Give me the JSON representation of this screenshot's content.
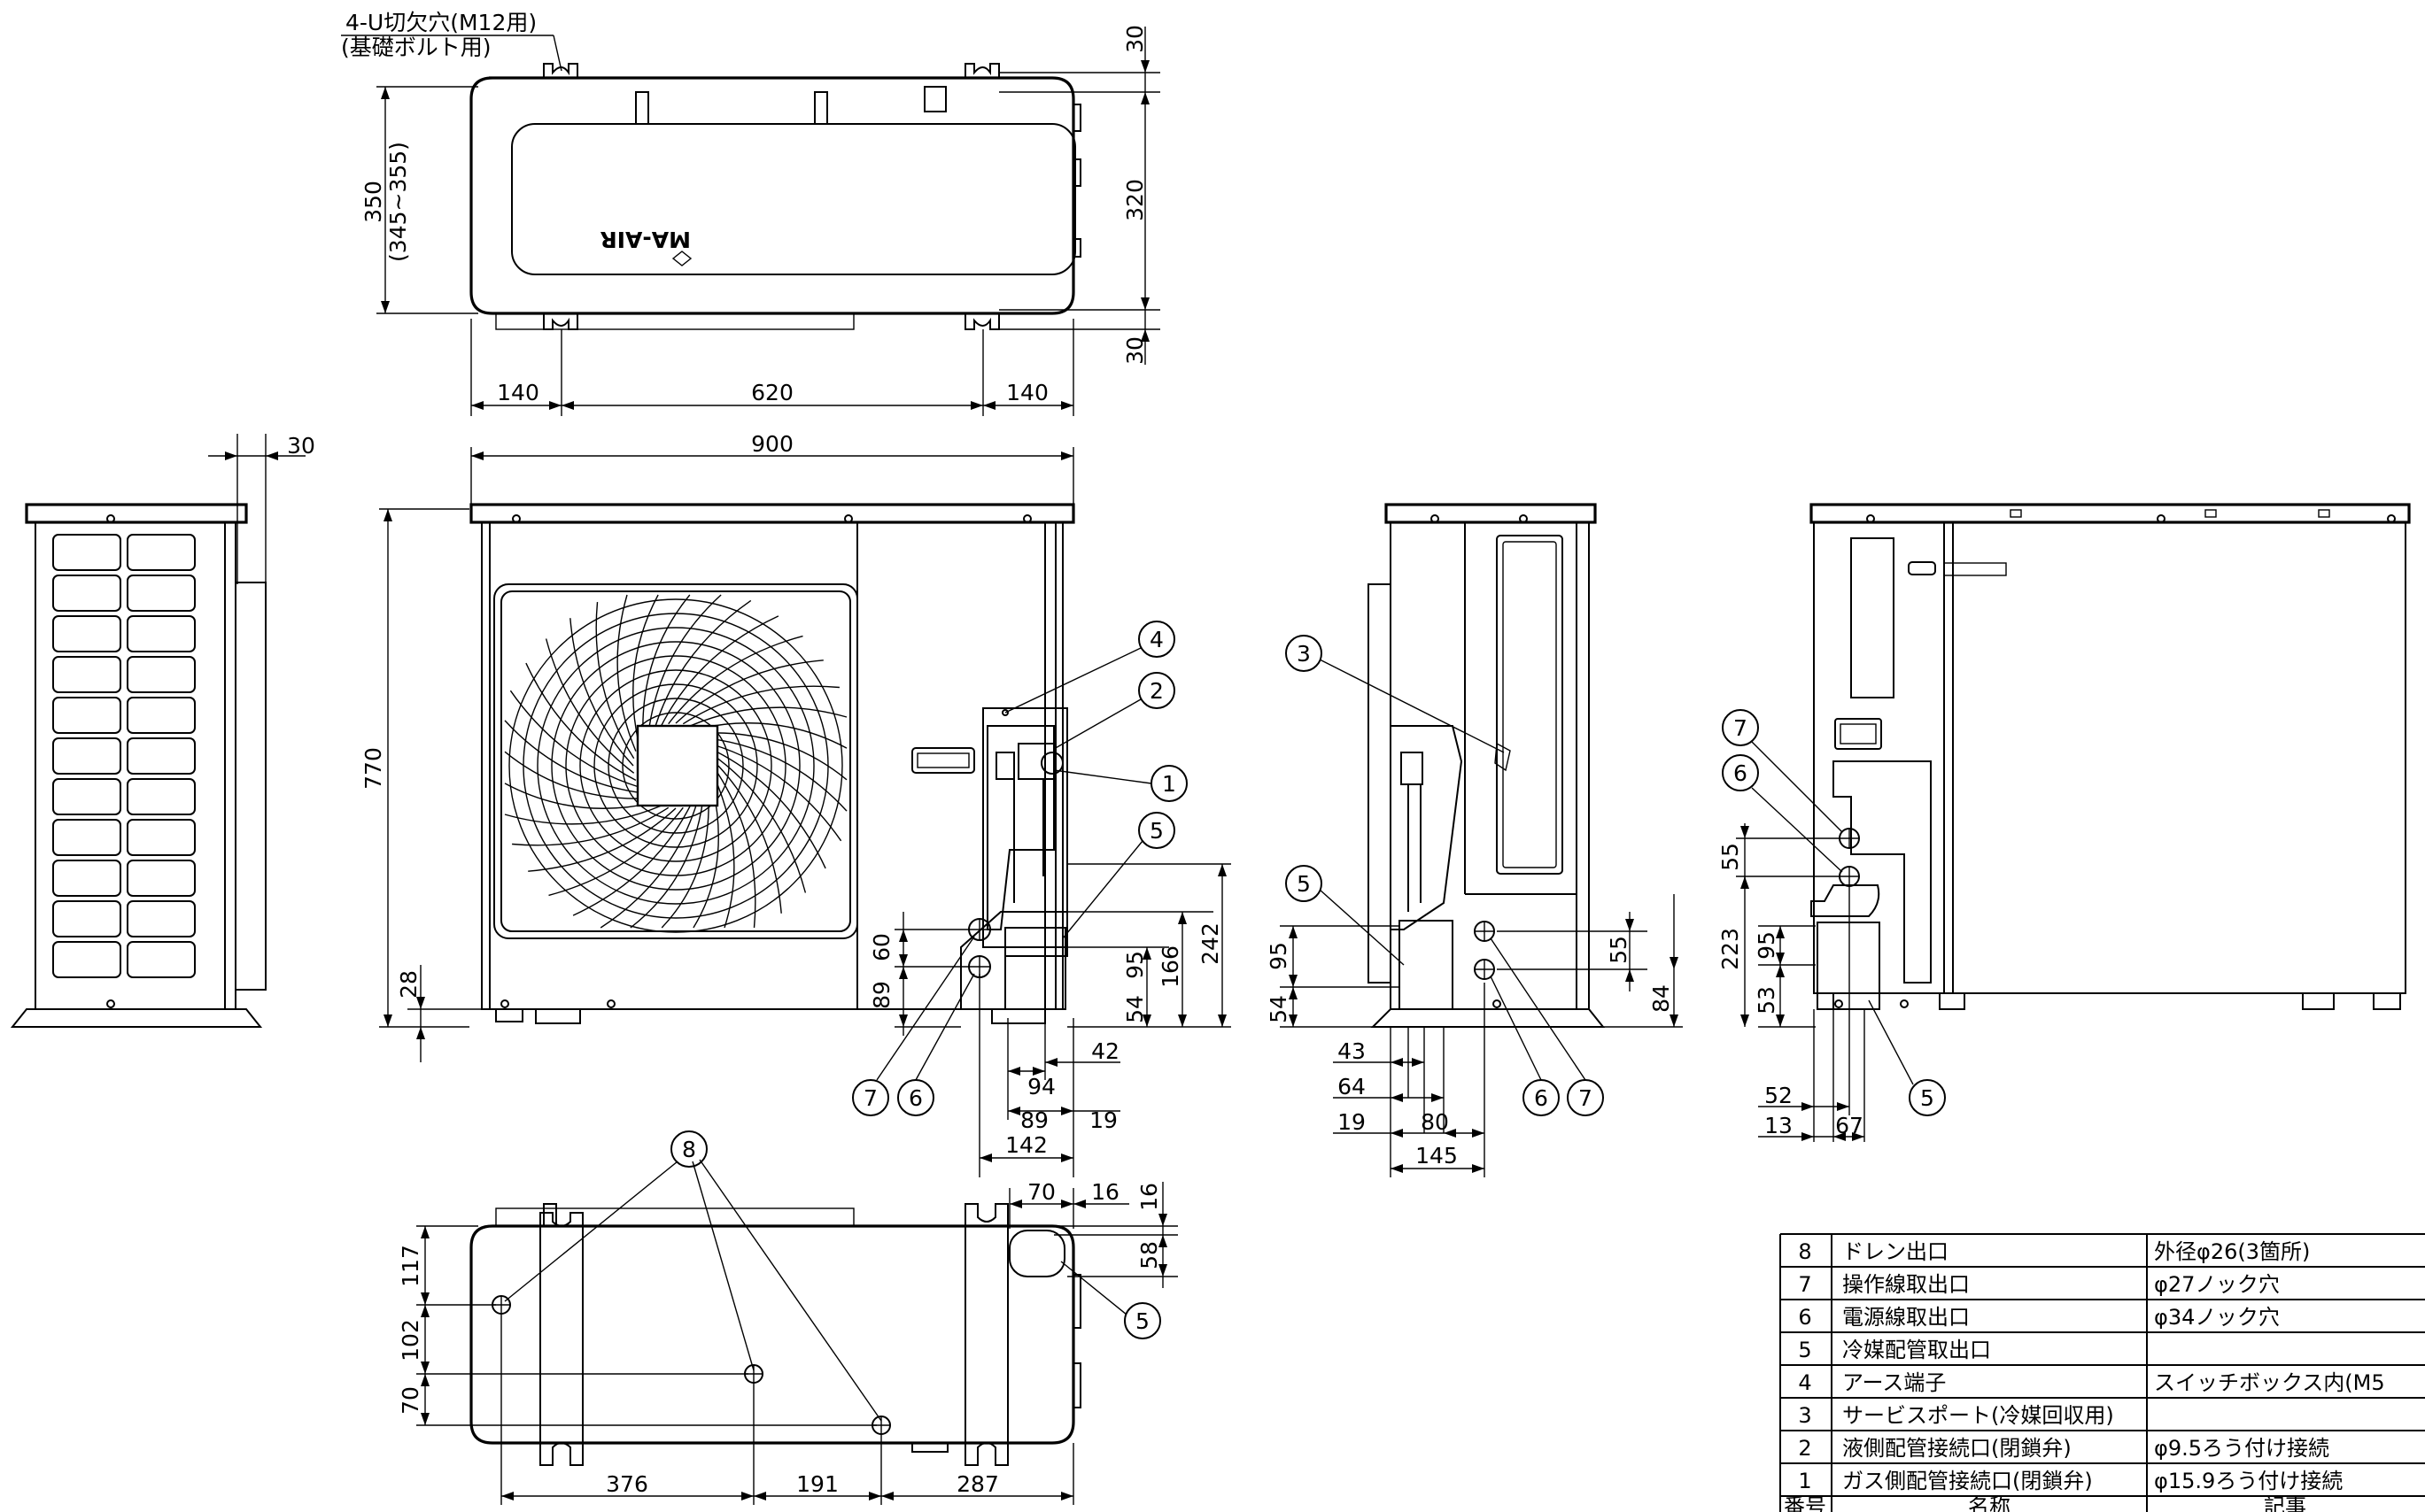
{
  "labels": {
    "slot_line1": "4-U切欠穴(M12用)",
    "slot_line2": "(基礎ボルト用)",
    "logo": "MA-AIR"
  },
  "dims_top": {
    "d350": "350",
    "d345_355": "(345~355)",
    "d30a": "30",
    "d320": "320",
    "d30b": "30",
    "d140a": "140",
    "d620": "620",
    "d140b": "140"
  },
  "dims_front": {
    "d900": "900",
    "d30side": "30",
    "d770": "770",
    "d28": "28",
    "d60": "60",
    "d89v": "89",
    "d95": "95",
    "d166": "166",
    "d242": "242",
    "d54": "54",
    "d94": "94",
    "d42": "42",
    "d89h": "89",
    "d19": "19",
    "d142": "142"
  },
  "dims_side": {
    "d95": "95",
    "d54": "54",
    "d55": "55",
    "d84": "84",
    "d43": "43",
    "d64": "64",
    "d19": "19",
    "d80": "80",
    "d145": "145"
  },
  "dims_rear": {
    "d55": "55",
    "d223": "223",
    "d95": "95",
    "d53": "53",
    "d52": "52",
    "d13": "13",
    "d67": "67"
  },
  "dims_bottom": {
    "d117": "117",
    "d102": "102",
    "d70v": "70",
    "d70h": "70",
    "d16h": "16",
    "d16v": "16",
    "d58": "58",
    "d376": "376",
    "d191": "191",
    "d287": "287"
  },
  "balloons": {
    "b1": "1",
    "b2": "2",
    "b3": "3",
    "b4": "4",
    "b5": "5",
    "b6": "6",
    "b7": "7",
    "b8": "8"
  },
  "parts_table": {
    "rows": [
      {
        "no": "8",
        "name": "ドレン出口",
        "note": "外径φ26(3箇所)"
      },
      {
        "no": "7",
        "name": "操作線取出口",
        "note": "φ27ノック穴"
      },
      {
        "no": "6",
        "name": "電源線取出口",
        "note": "φ34ノック穴"
      },
      {
        "no": "5",
        "name": "冷媒配管取出口",
        "note": ""
      },
      {
        "no": "4",
        "name": "アース端子",
        "note": "スイッチボックス内(M5"
      },
      {
        "no": "3",
        "name": "サービスポート(冷媒回収用)",
        "note": ""
      },
      {
        "no": "2",
        "name": "液側配管接続口(閉鎖弁)",
        "note": "φ9.5ろう付け接続"
      },
      {
        "no": "1",
        "name": "ガス側配管接続口(閉鎖弁)",
        "note": "φ15.9ろう付け接続"
      }
    ],
    "header": {
      "no": "番号",
      "name": "名称",
      "note": "記事"
    }
  }
}
